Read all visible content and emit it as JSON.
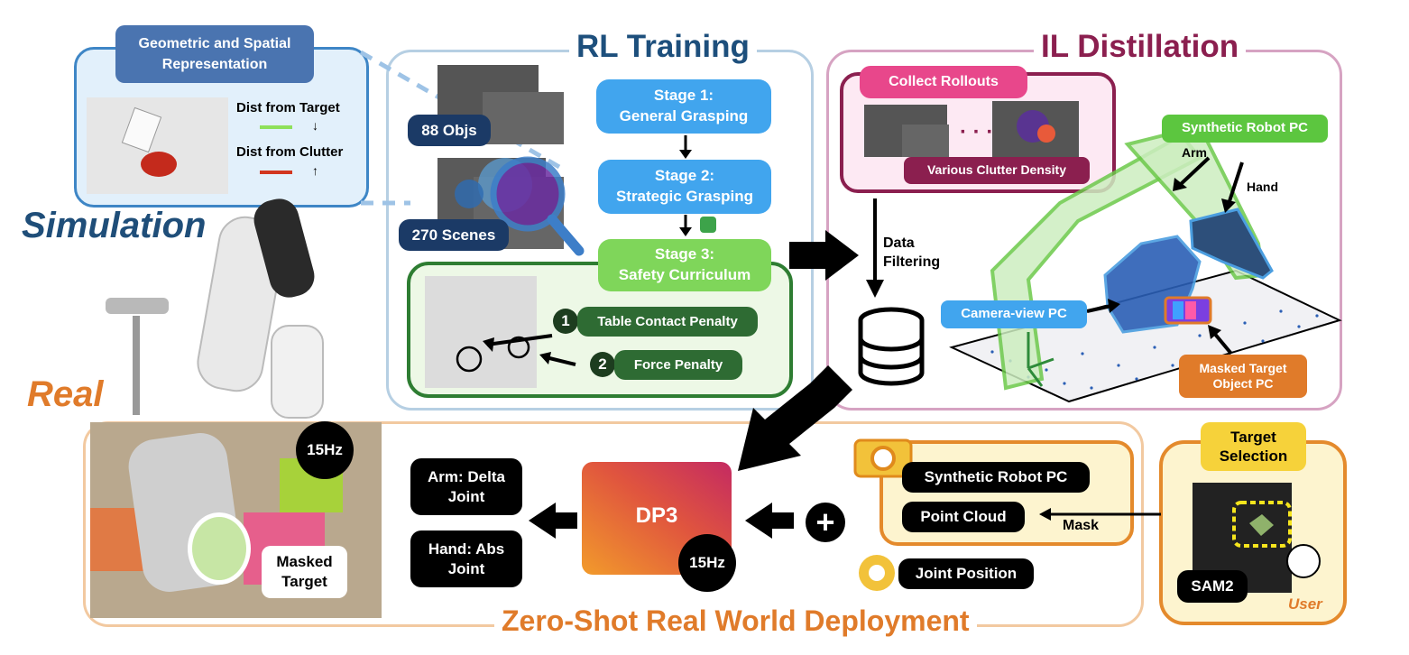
{
  "sections": {
    "simulation": "Simulation",
    "real": "Real",
    "rl_training": "RL Training",
    "il_distillation": "IL Distillation",
    "deployment": "Zero-Shot Real World Deployment"
  },
  "geometric": {
    "title": "Geometric and Spatial Representation",
    "dist_target": "Dist from Target",
    "dist_clutter": "Dist from Clutter"
  },
  "rl": {
    "objs": "88 Objs",
    "scenes": "270 Scenes",
    "stage1": "Stage 1:\nGeneral Grasping",
    "stage2": "Stage 2:\nStrategic Grasping",
    "stage3": "Stage 3:\nSafety Curriculum",
    "penalty1_num": "1",
    "penalty1": "Table Contact Penalty",
    "penalty2_num": "2",
    "penalty2": "Force Penalty"
  },
  "il": {
    "collect_rollouts": "Collect Rollouts",
    "clutter_density": "Various Clutter Density",
    "data_filtering": "Data\nFiltering",
    "synthetic_robot_pc": "Synthetic Robot PC",
    "arm": "Arm",
    "hand": "Hand",
    "camera_view_pc": "Camera-view PC",
    "masked_target_pc": "Masked Target\nObject PC"
  },
  "deploy": {
    "hz_photo": "15Hz",
    "masked_target": "Masked\nTarget",
    "arm_out": "Arm: Delta\nJoint",
    "hand_out": "Hand: Abs\nJoint",
    "dp3": "DP3",
    "hz_dp3": "15Hz",
    "plus": "+",
    "synthetic_robot_pc": "Synthetic Robot PC",
    "point_cloud": "Point Cloud",
    "mask": "Mask",
    "joint_position": "Joint Position",
    "target_selection": "Target\nSelection",
    "sam2": "SAM2",
    "user": "User"
  },
  "colors": {
    "sim_blue": "#1f4e79",
    "real_orange": "#e07b2a",
    "rl_blue": "#1d4f7c",
    "il_maroon": "#8b1f4f",
    "stage_blue": "#41a5ee",
    "stage_green": "#7fd65a",
    "safety_green": "#2e7d32",
    "rollout_pink": "#e8478b",
    "synthetic_green": "#5cc63f"
  }
}
